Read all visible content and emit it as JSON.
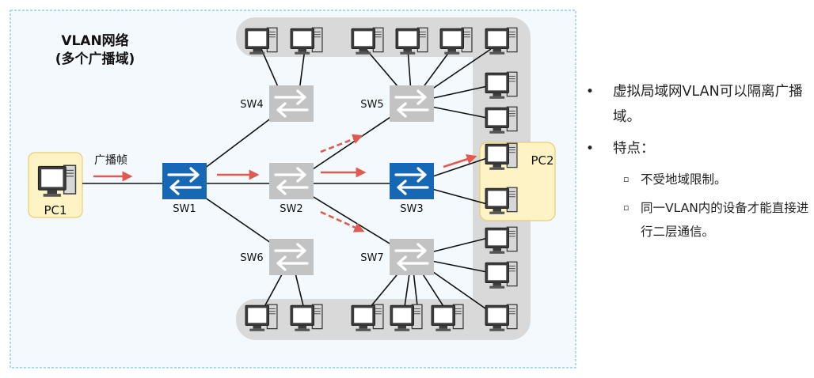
{
  "diagram": {
    "title_line1": "VLAN网络",
    "title_line2": "(多个广播域)",
    "broadcast_frame_label": "广播帧",
    "pc1_label": "PC1",
    "pc2_label": "PC2",
    "switches": {
      "sw1": "SW1",
      "sw2": "SW2",
      "sw3": "SW3",
      "sw4": "SW4",
      "sw5": "SW5",
      "sw6": "SW6",
      "sw7": "SW7"
    },
    "colors": {
      "frame_border": "#7fc6e0",
      "frame_fill": "#f3f9fd",
      "broadcast_domain_fill": "#d9d9d9",
      "pc_highlight_fill": "#fdf3c4",
      "pc_highlight_border": "#e8cd72",
      "active_switch": "#1668b5",
      "inactive_switch": "#c3c3c3",
      "arrow": "#e25a4f"
    }
  },
  "bullets": [
    {
      "marker": "•",
      "text": "虚拟局域网VLAN可以隔离广播域。"
    },
    {
      "marker": "•",
      "text": "特点：",
      "sub": [
        {
          "marker": "▫",
          "text": "不受地域限制。"
        },
        {
          "marker": "▫",
          "text": "同一VLAN内的设备才能直接进行二层通信。"
        }
      ]
    }
  ]
}
